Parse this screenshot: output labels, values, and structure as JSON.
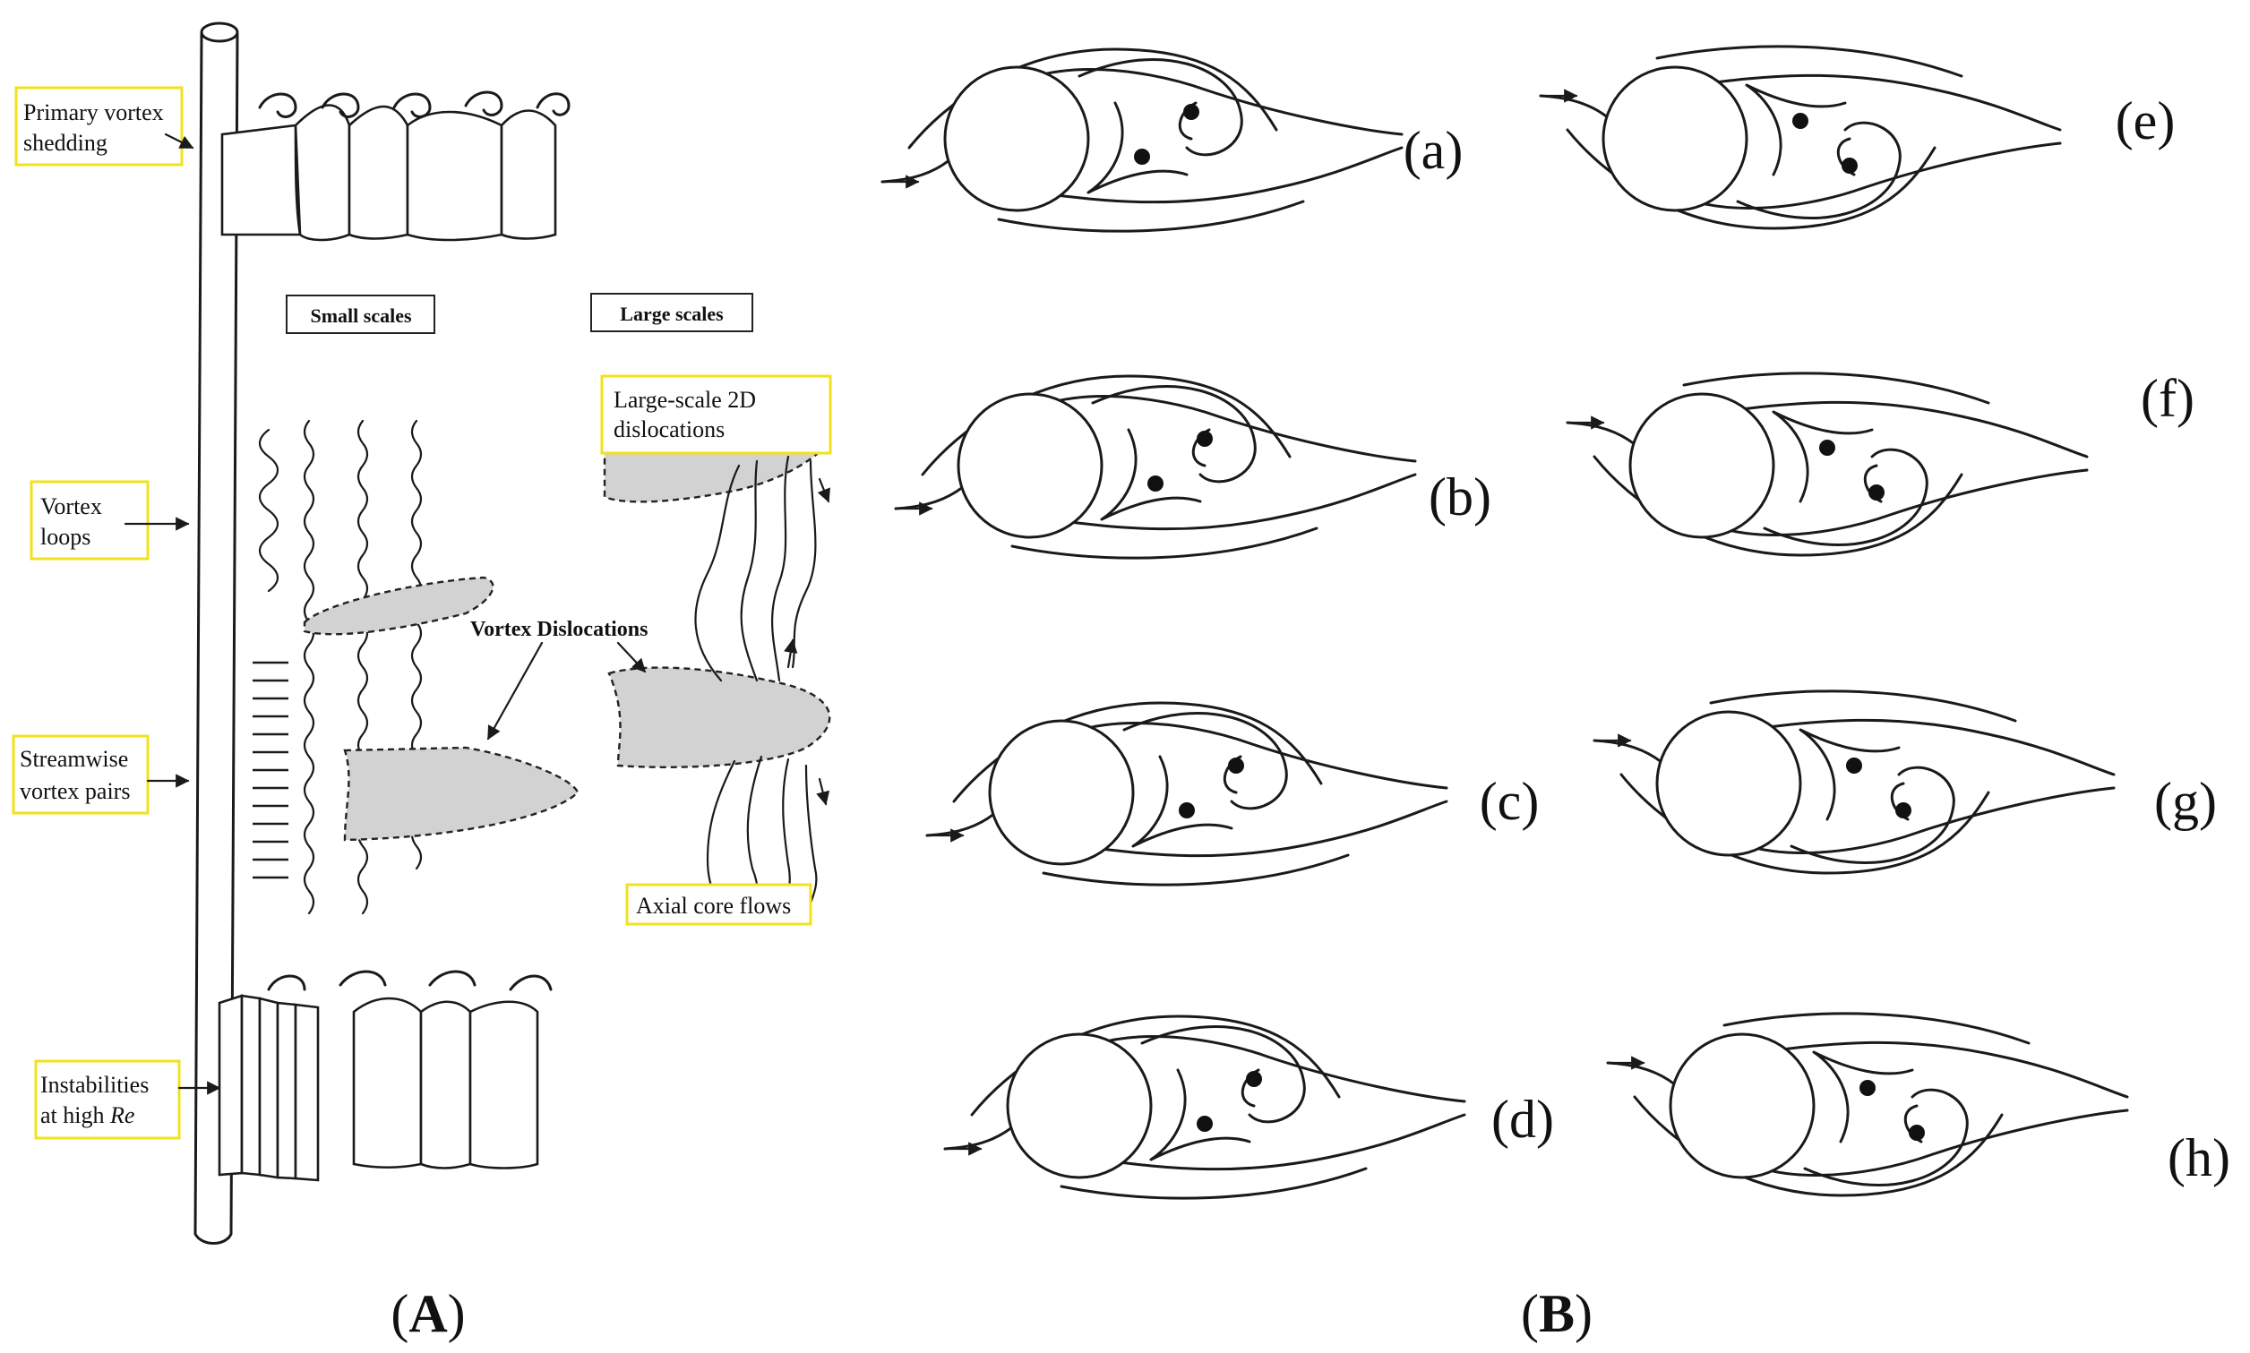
{
  "panel_a": {
    "tag_open": "(",
    "tag_letter": "A",
    "tag_close": ")",
    "header_small": "Small scales",
    "header_large": "Large scales",
    "label_primary_1": "Primary vortex",
    "label_primary_2": "shedding",
    "label_loops_1": "Vortex",
    "label_loops_2": "loops",
    "label_streamwise_1": "Streamwise",
    "label_streamwise_2": "vortex pairs",
    "label_instab_1": "Instabilities",
    "label_instab_2": "at high ",
    "label_instab_re": "Re",
    "label_large2d_1": "Large-scale  2D",
    "label_large2d_2": "dislocations",
    "label_dislocations": "Vortex Dislocations",
    "label_axial": "Axial core flows"
  },
  "panel_b": {
    "tag_open": "(",
    "tag_letter": "B",
    "tag_close": ")",
    "subfigure_labels": [
      "(a)",
      "(b)",
      "(c)",
      "(d)",
      "(e)",
      "(f)",
      "(g)",
      "(h)"
    ]
  }
}
